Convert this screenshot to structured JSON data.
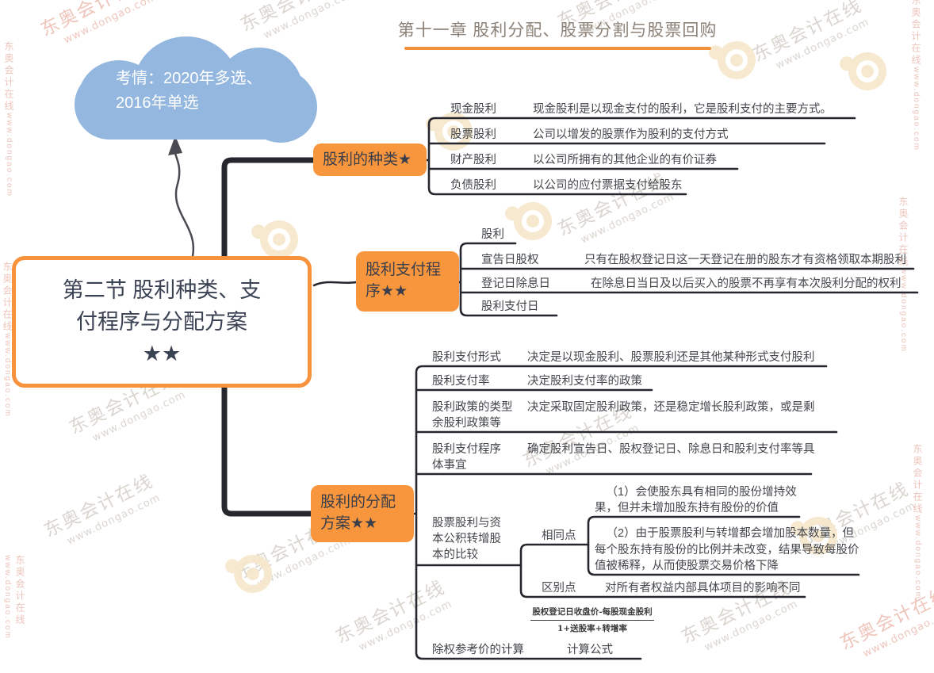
{
  "page": {
    "title": "第十一章 股利分配、股票分割与股票回购",
    "accent_orange": "#F8963E",
    "cloud_blue": "#94B7DF",
    "line_color": "#26262E"
  },
  "cloud": {
    "line1": "考情：2020年多选、",
    "line2": "2016年单选"
  },
  "main_node": {
    "line1": "第二节 股利种类、支",
    "line2": "付程序与分配方案",
    "line3": "★★"
  },
  "branches": [
    {
      "label": "股利的种类★",
      "items": [
        {
          "label": "现金股利",
          "desc": "现金股利是以现金支付的股利，它是股利支付的主要方式。"
        },
        {
          "label": "股票股利",
          "desc": "公司以增发的股票作为股利的支付方式"
        },
        {
          "label": "财产股利",
          "desc": "以公司所拥有的其他企业的有价证券"
        },
        {
          "label": "负债股利",
          "desc": "以公司的应付票据支付给股东"
        }
      ]
    },
    {
      "label": "股利支付程序★★",
      "items": [
        {
          "label": "股利",
          "desc": ""
        },
        {
          "label": "宣告日股权",
          "desc": "只有在股权登记日这一天登记在册的股东才有资格领取本期股利"
        },
        {
          "label": "登记日除息日",
          "desc": "在除息日当日及以后买入的股票不再享有本次股利分配的权利"
        },
        {
          "label": "股利支付日",
          "desc": ""
        }
      ]
    },
    {
      "label": "股利的分配方案★★",
      "items": [
        {
          "label": "股利支付形式",
          "desc": "决定是以现金股利、股票股利还是其他某种形式支付股利"
        },
        {
          "label": "股利支付率",
          "desc": "决定股利支付率的政策"
        },
        {
          "label": "股利政策的类型",
          "desc": "决定采取固定股利政策，还是稳定增长股利政策，或是剩余股利政策等"
        },
        {
          "label": "股利支付程序",
          "desc": "确定股利宣告日、股权登记日、除息日和股利支付率等具体事宜"
        },
        {
          "label": "股票股利与资本公积转增股本的比较",
          "desc": ""
        },
        {
          "label": "除权参考价的计算",
          "desc": "计算公式"
        }
      ],
      "comparison": {
        "same_label": "相同点",
        "same_points": [
          "（1）会使股东具有相同的股份增持效果，但并未增加股东持有股份的价值",
          "（2）由于股票股利与转增都会增加股本数量，但每个股东持有股份的比例并未改变，结果导致每股价值被稀释，从而使股票交易价格下降"
        ],
        "diff_label": "区别点",
        "diff_desc": "对所有者权益内部具体项目的影响不同"
      },
      "formula": {
        "numerator": "股权登记日收盘价-每股现金股利",
        "denominator": "1+送股率+转增率"
      }
    }
  ],
  "watermark": {
    "brand": "东奥会计在线",
    "url": "www.dongao.com"
  }
}
